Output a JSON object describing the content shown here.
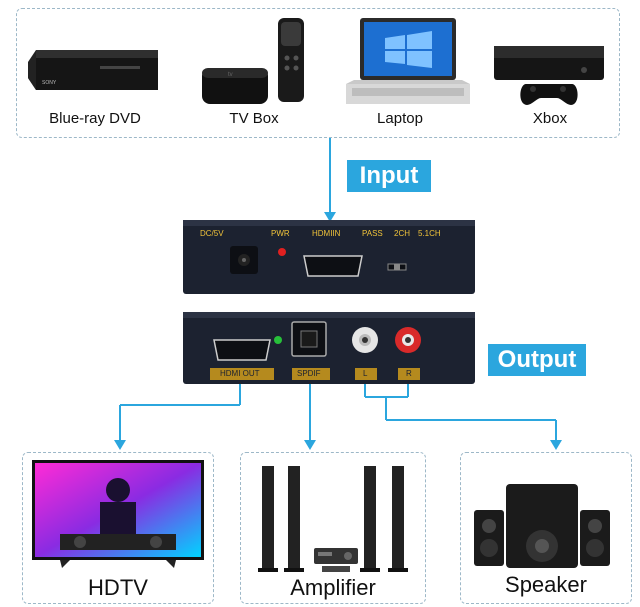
{
  "sources": [
    {
      "label": "Blue-ray DVD",
      "icon": "bluray-player-icon"
    },
    {
      "label": "TV Box",
      "icon": "tv-box-icon"
    },
    {
      "label": "Laptop",
      "icon": "laptop-icon"
    },
    {
      "label": "Xbox",
      "icon": "xbox-console-icon"
    }
  ],
  "tags": {
    "input": "Input",
    "output": "Output"
  },
  "front_panel": {
    "dc": "DC/5V",
    "pwr": "PWR",
    "hdmi_in": "HDMIIN",
    "pass": "PASS",
    "ch2": "2CH",
    "ch51": "5.1CH"
  },
  "back_panel": {
    "hdmi_out": "HDMI OUT",
    "spdif": "SPDIF",
    "l": "L",
    "r": "R"
  },
  "outputs": [
    {
      "label": "HDTV",
      "icon": "hdtv-icon"
    },
    {
      "label": "Amplifier",
      "icon": "amplifier-speakers-icon"
    },
    {
      "label": "Speaker",
      "icon": "speaker-system-icon"
    }
  ],
  "colors": {
    "accent": "#2ba6de",
    "port_label": "#f0c33a",
    "device_body": "#1c2230",
    "dashed_border": "#9db8c8"
  }
}
